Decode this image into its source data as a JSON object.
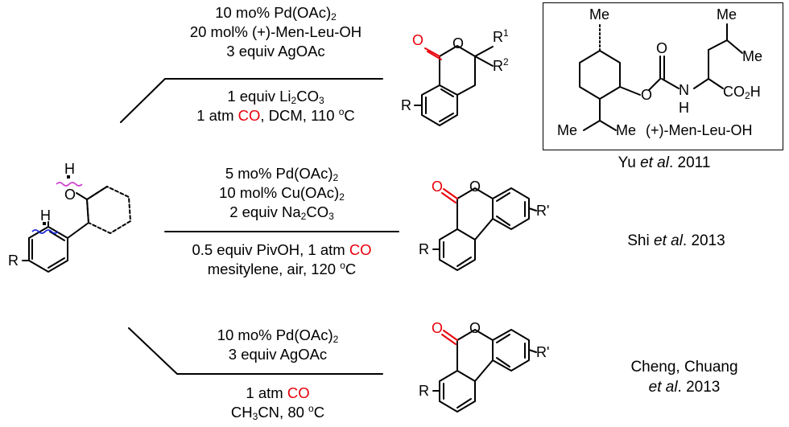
{
  "reactions": {
    "yu": {
      "line1_pre": "10 mo% Pd(OAc)",
      "line1_sub": "2",
      "line2": "20 mol% (+)-Men-Leu-OH",
      "line3": "3 equiv AgOAc",
      "line4_pre": "1 equiv Li",
      "line4_sub": "2",
      "line4_post": "CO",
      "line4_sub2": "3",
      "line5_pre": "1 atm ",
      "line5_co": "CO",
      "line5_mid": ", DCM, 110 ",
      "line5_sup": "o",
      "line5_post": "C"
    },
    "shi": {
      "line1_pre": "5 mo% Pd(OAc)",
      "line1_sub": "2",
      "line2_pre": "10 mol% Cu(OAc)",
      "line2_sub": "2",
      "line3_pre": "2 equiv Na",
      "line3_sub": "2",
      "line3_post": "CO",
      "line3_sub2": "3",
      "line4_pre": "0.5 equiv PivOH, 1 atm ",
      "line4_co": "CO",
      "line5_pre": "mesitylene, air, 120 ",
      "line5_sup": "o",
      "line5_post": "C"
    },
    "cheng": {
      "line1_pre": "10 mo% Pd(OAc)",
      "line1_sub": "2",
      "line2": "3 equiv AgOAc",
      "line3_pre": "1 atm ",
      "line3_co": "CO",
      "line4_pre": "CH",
      "line4_sub": "3",
      "line4_post": "CN, 80 ",
      "line4_sup": "o",
      "line4_post2": "C"
    }
  },
  "citations": {
    "yu_pre": "Yu ",
    "yu_em": "et al",
    "yu_post": ". 2011",
    "shi_pre": "Shi ",
    "shi_em": "et al",
    "shi_post": ". 2013",
    "cheng_line1": "Cheng, Chuang",
    "cheng_em": "et al",
    "cheng_post": ". 2013"
  },
  "atoms": {
    "H": "H",
    "O": "O",
    "R": "R",
    "R_prime": "R'",
    "R1": "R",
    "R1_sup": "1",
    "R2": "R",
    "R2_sup": "2",
    "Me": "Me",
    "N": "N",
    "CO2H_pre": "CO",
    "CO2H_sub": "2",
    "CO2H_post": "H",
    "ligand_name": "(+)-Men-Leu-OH"
  },
  "colors": {
    "highlight": "#e8000b",
    "wavy_top": "#d040d0",
    "wavy_left": "#1a2bd8"
  }
}
